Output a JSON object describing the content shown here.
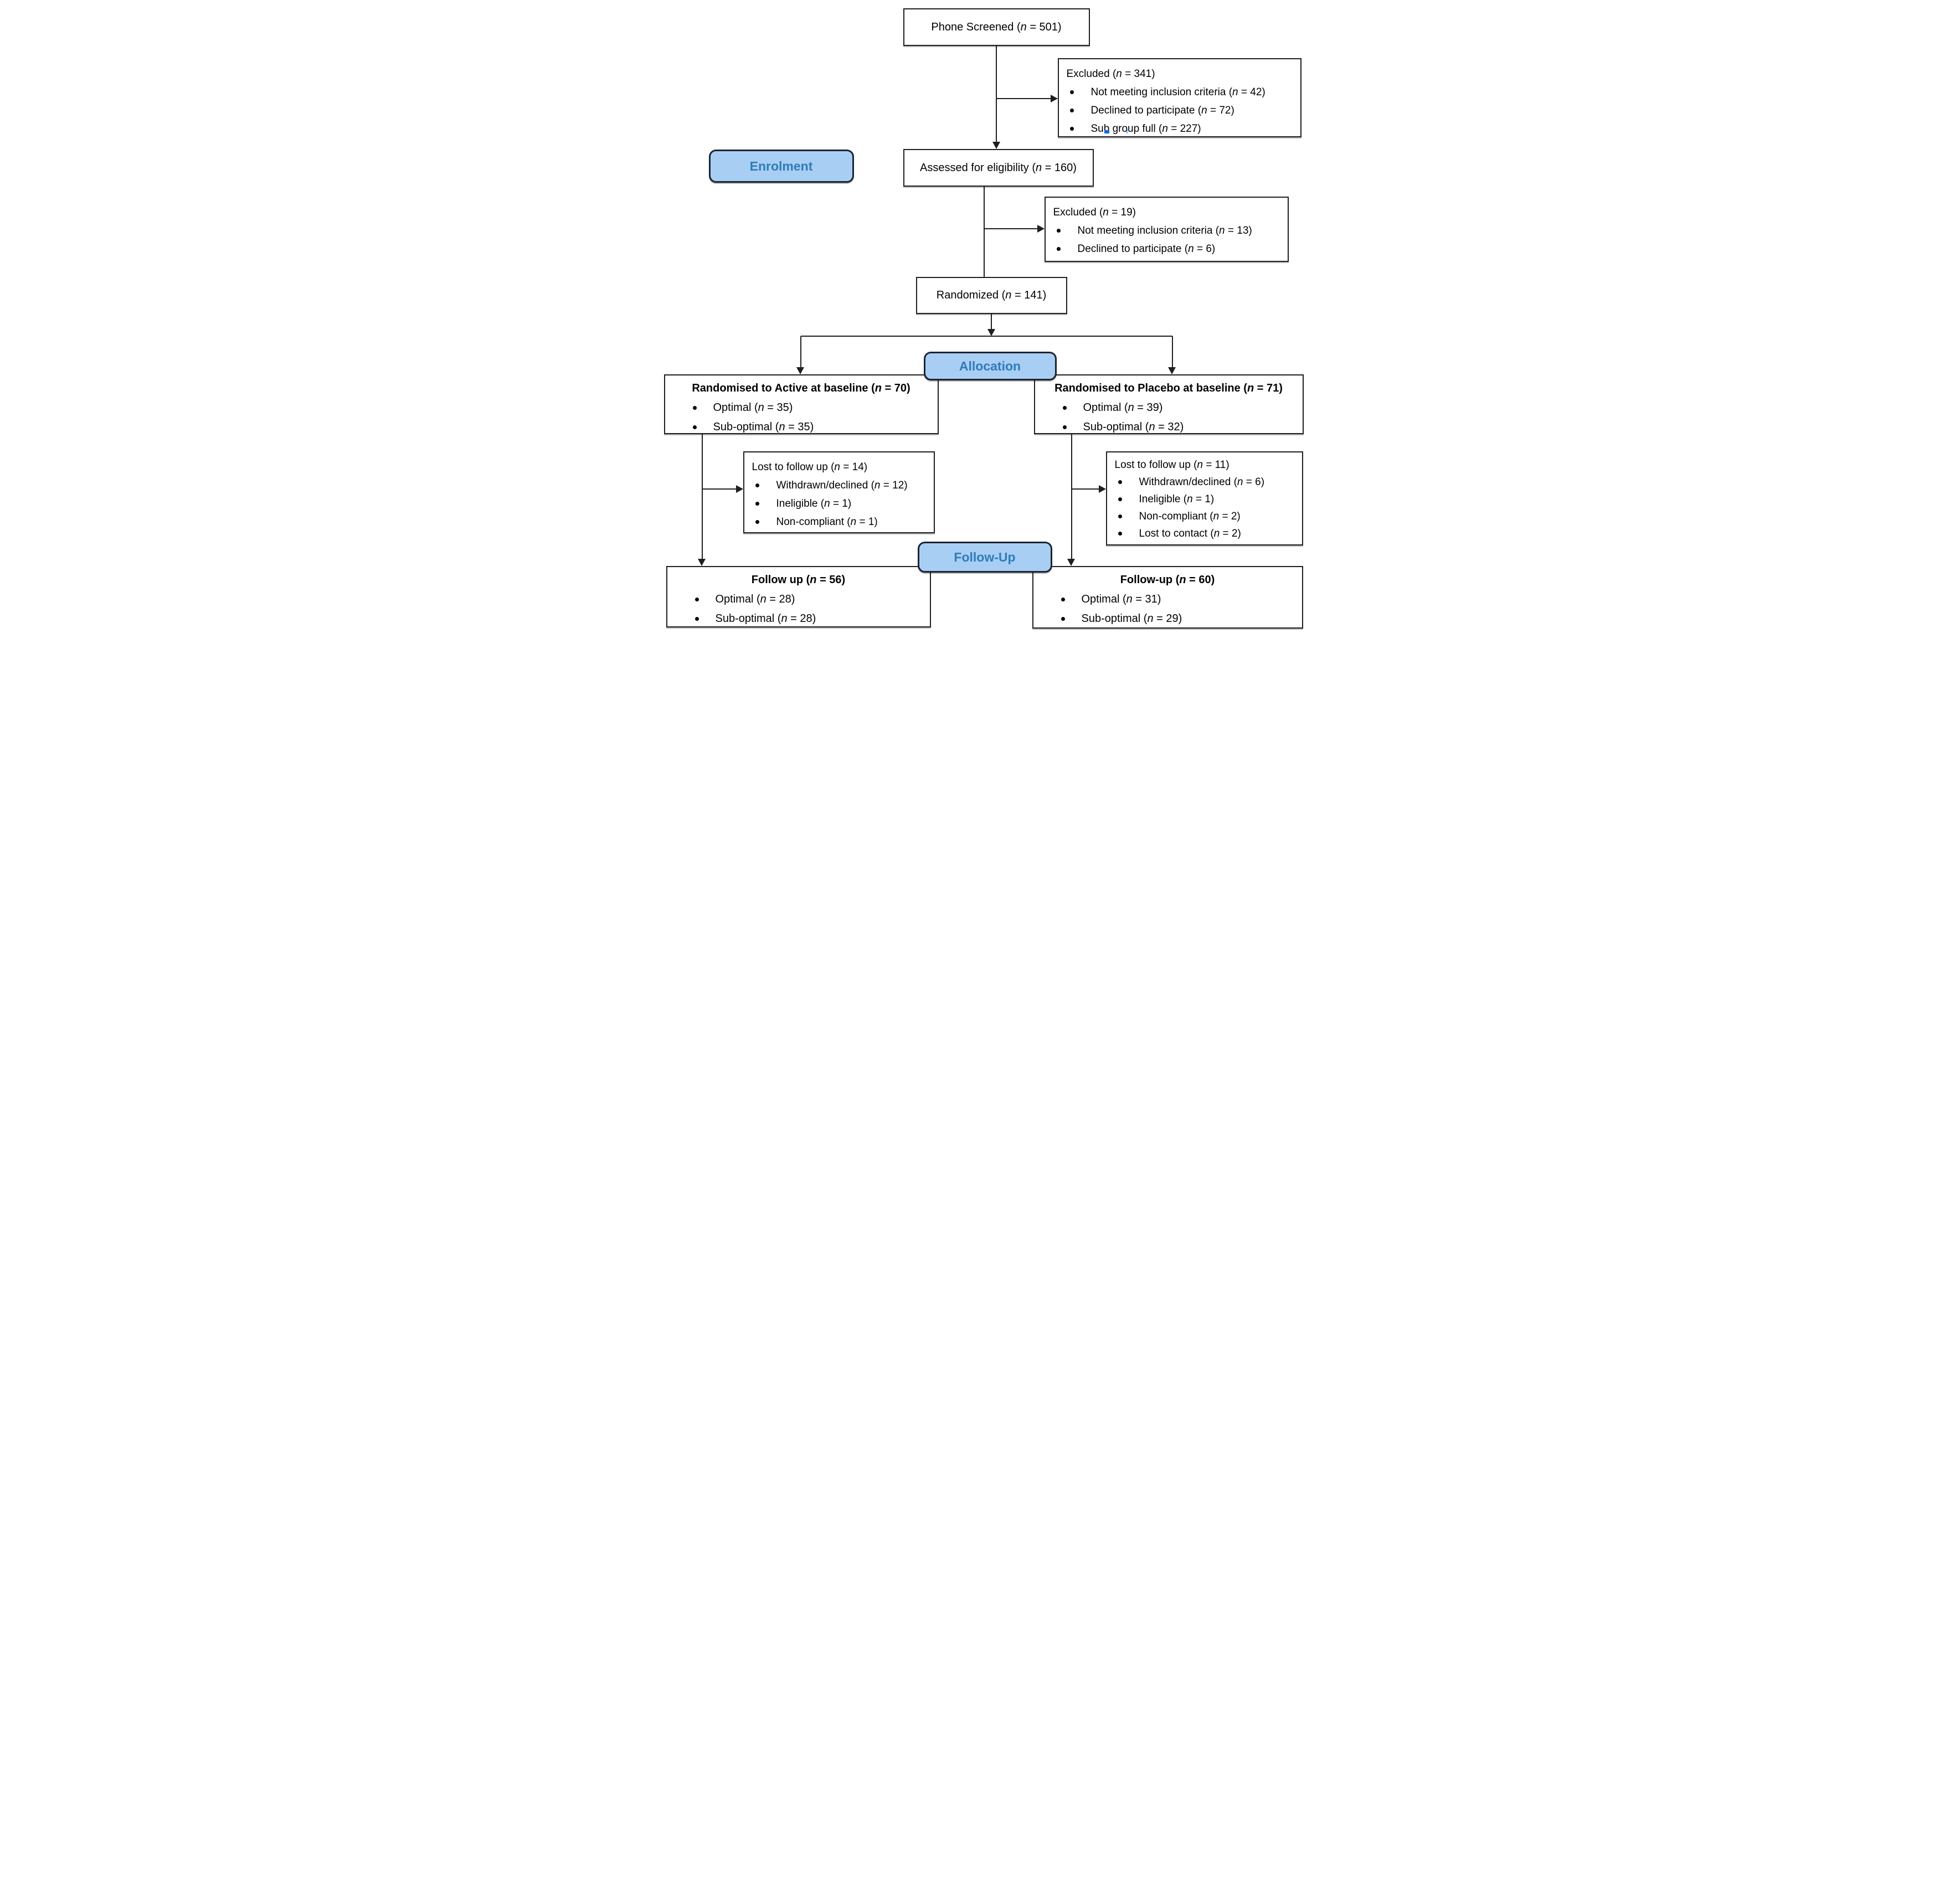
{
  "diagram": {
    "enrolment_label": "Enrolment",
    "allocation_label": "Allocation",
    "followup_label": "Follow-Up",
    "phone_screened": {
      "text": "Phone Screened (n = 501)"
    },
    "excluded_screening": {
      "title": "Excluded (n = 341)",
      "items": [
        "Not meeting inclusion criteria (n = 42)",
        "Declined to participate (n = 72)",
        "Sub group full (n = 227)"
      ]
    },
    "assessed": {
      "text": "Assessed for eligibility (n = 160)"
    },
    "excluded_eligibility": {
      "title": "Excluded (n = 19)",
      "items": [
        "Not meeting inclusion criteria (n = 13)",
        "Declined to participate (n = 6)"
      ]
    },
    "randomized": {
      "text": "Randomized (n = 141)"
    },
    "active_baseline": {
      "title": "Randomised to Active at baseline (n = 70)",
      "items": [
        "Optimal (n = 35)",
        "Sub-optimal (n = 35)"
      ]
    },
    "placebo_baseline": {
      "title": "Randomised to Placebo at baseline (n = 71)",
      "items": [
        "Optimal (n = 39)",
        "Sub-optimal (n = 32)"
      ]
    },
    "lost_active": {
      "title": "Lost to follow up (n = 14)",
      "items": [
        "Withdrawn/declined (n = 12)",
        "Ineligible (n = 1)",
        "Non-compliant (n = 1)"
      ]
    },
    "lost_placebo": {
      "title": "Lost to follow up (n = 11)",
      "items": [
        "Withdrawn/declined (n = 6)",
        "Ineligible (n = 1)",
        "Non-compliant (n = 2)",
        "Lost to contact (n = 2)"
      ]
    },
    "followup_active": {
      "title": "Follow up (n = 56)",
      "items": [
        "Optimal (n = 28)",
        "Sub-optimal (n = 28)"
      ]
    },
    "followup_placebo": {
      "title": "Follow-up (n = 60)",
      "items": [
        "Optimal (n = 31)",
        "Sub-optimal (n = 29)"
      ]
    },
    "colors": {
      "stage_fill": "#A9CEF4",
      "stage_text": "#2E7CB8",
      "stage_border": "#1c2430",
      "box_border": "#1f1f1f",
      "line": "#1f1f1f",
      "spell_mark": "#1766d8"
    }
  }
}
